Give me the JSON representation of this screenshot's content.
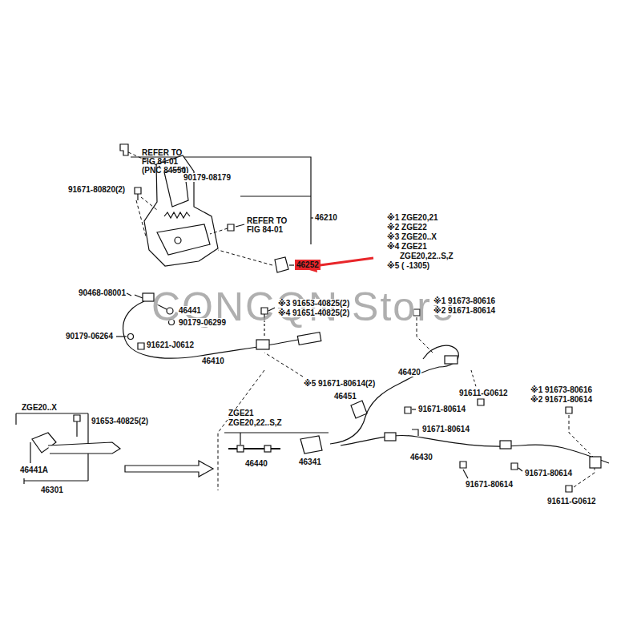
{
  "diagram": {
    "labels": [
      "REFER TO FIG 84-01 (PNC 84550)",
      "90179-08179",
      "91671-80820(2)",
      "REFER TO FIG 84-01",
      "46210",
      "46252",
      "CQNCQN Store",
      "90468-08001",
      "46441",
      "90179-06299",
      "※3 91653-40825(2)",
      "※4 91651-40825(2)",
      "※1 91673-80616",
      "※2 91671-80614",
      "90179-06264",
      "91621-J0612",
      "46410",
      "※5 91671-80614(2)",
      "46420",
      "91611-G0612",
      "※1 91673-80616",
      "※2 91671-80614",
      "46451",
      "91671-80614",
      "ZGE20..X",
      "91653-40825(2)",
      "ZGE21",
      "ZGE20,22..S,Z",
      "91671-80614",
      "46430",
      "46440",
      "46341",
      "46441A",
      "46301",
      "91671-80614",
      "91671-80614",
      "91611-G0612",
      "※1 ZGE20,21",
      "※2 ZGE22",
      "※3 ZGE20..X",
      "※4 ZGE21",
      "ZGE20,22..S,Z",
      "※5 (  -1305)"
    ]
  }
}
